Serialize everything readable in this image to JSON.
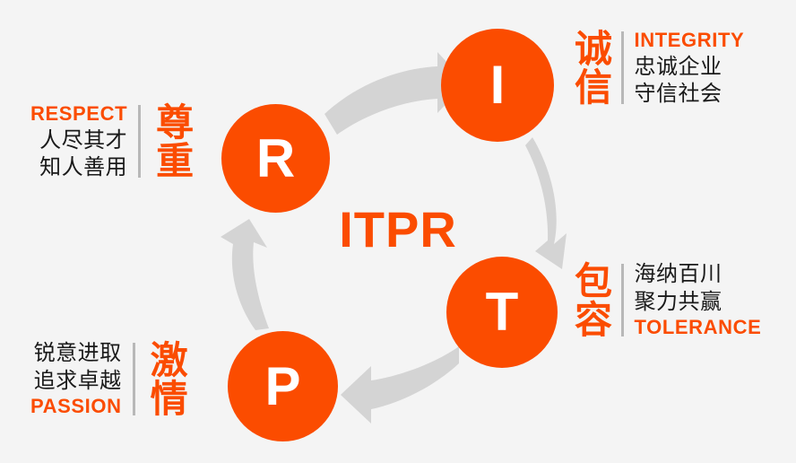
{
  "canvas": {
    "background_color": "#f4f4f4",
    "accent_color": "#fb4c00",
    "text_color": "#1a1a1a",
    "arrow_color": "#d4d4d4"
  },
  "center": {
    "wordmark": "ITPR"
  },
  "nodes": [
    {
      "id": "r",
      "letter": "R",
      "value_cn": "尊重",
      "value_en": "RESPECT"
    },
    {
      "id": "i",
      "letter": "I",
      "value_cn": "诚信",
      "value_en": "INTEGRITY"
    },
    {
      "id": "t",
      "letter": "T",
      "value_cn": "包容",
      "value_en": "TOLERANCE"
    },
    {
      "id": "p",
      "letter": "P",
      "value_cn": "激情",
      "value_en": "PASSION"
    }
  ],
  "blocks": {
    "respect": {
      "en": "RESPECT",
      "cn_title": "尊重",
      "line1": "人尽其才",
      "line2": "知人善用"
    },
    "integrity": {
      "en": "INTEGRITY",
      "cn_title": "诚信",
      "line1": "忠诚企业",
      "line2": "守信社会"
    },
    "tolerance": {
      "en": "TOLERANCE",
      "cn_title": "包容",
      "line1": "海纳百川",
      "line2": "聚力共赢"
    },
    "passion": {
      "en": "PASSION",
      "cn_title": "激情",
      "line1": "锐意进取",
      "line2": "追求卓越"
    }
  },
  "arrows": [
    {
      "name": "arrow-r-to-i",
      "from": "R",
      "to": "I",
      "direction": "right"
    },
    {
      "name": "arrow-i-to-t",
      "from": "I",
      "to": "T",
      "direction": "down"
    },
    {
      "name": "arrow-t-to-p",
      "from": "T",
      "to": "P",
      "direction": "left"
    },
    {
      "name": "arrow-p-to-r",
      "from": "P",
      "to": "R",
      "direction": "up"
    }
  ]
}
